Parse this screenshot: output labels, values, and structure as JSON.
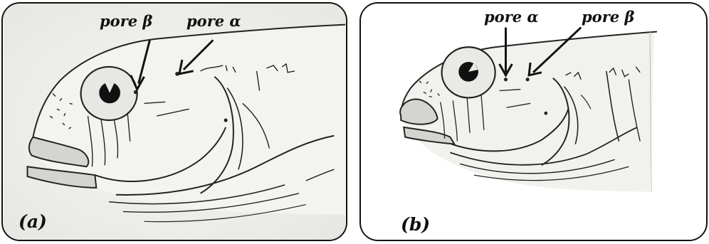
{
  "panels": [
    {
      "label": "(a)",
      "pore_labels": {
        "beta": "pore β",
        "alpha": "pore α"
      }
    },
    {
      "label": "(b)",
      "pore_labels": {
        "alpha": "pore α",
        "beta": "pore β"
      }
    }
  ]
}
